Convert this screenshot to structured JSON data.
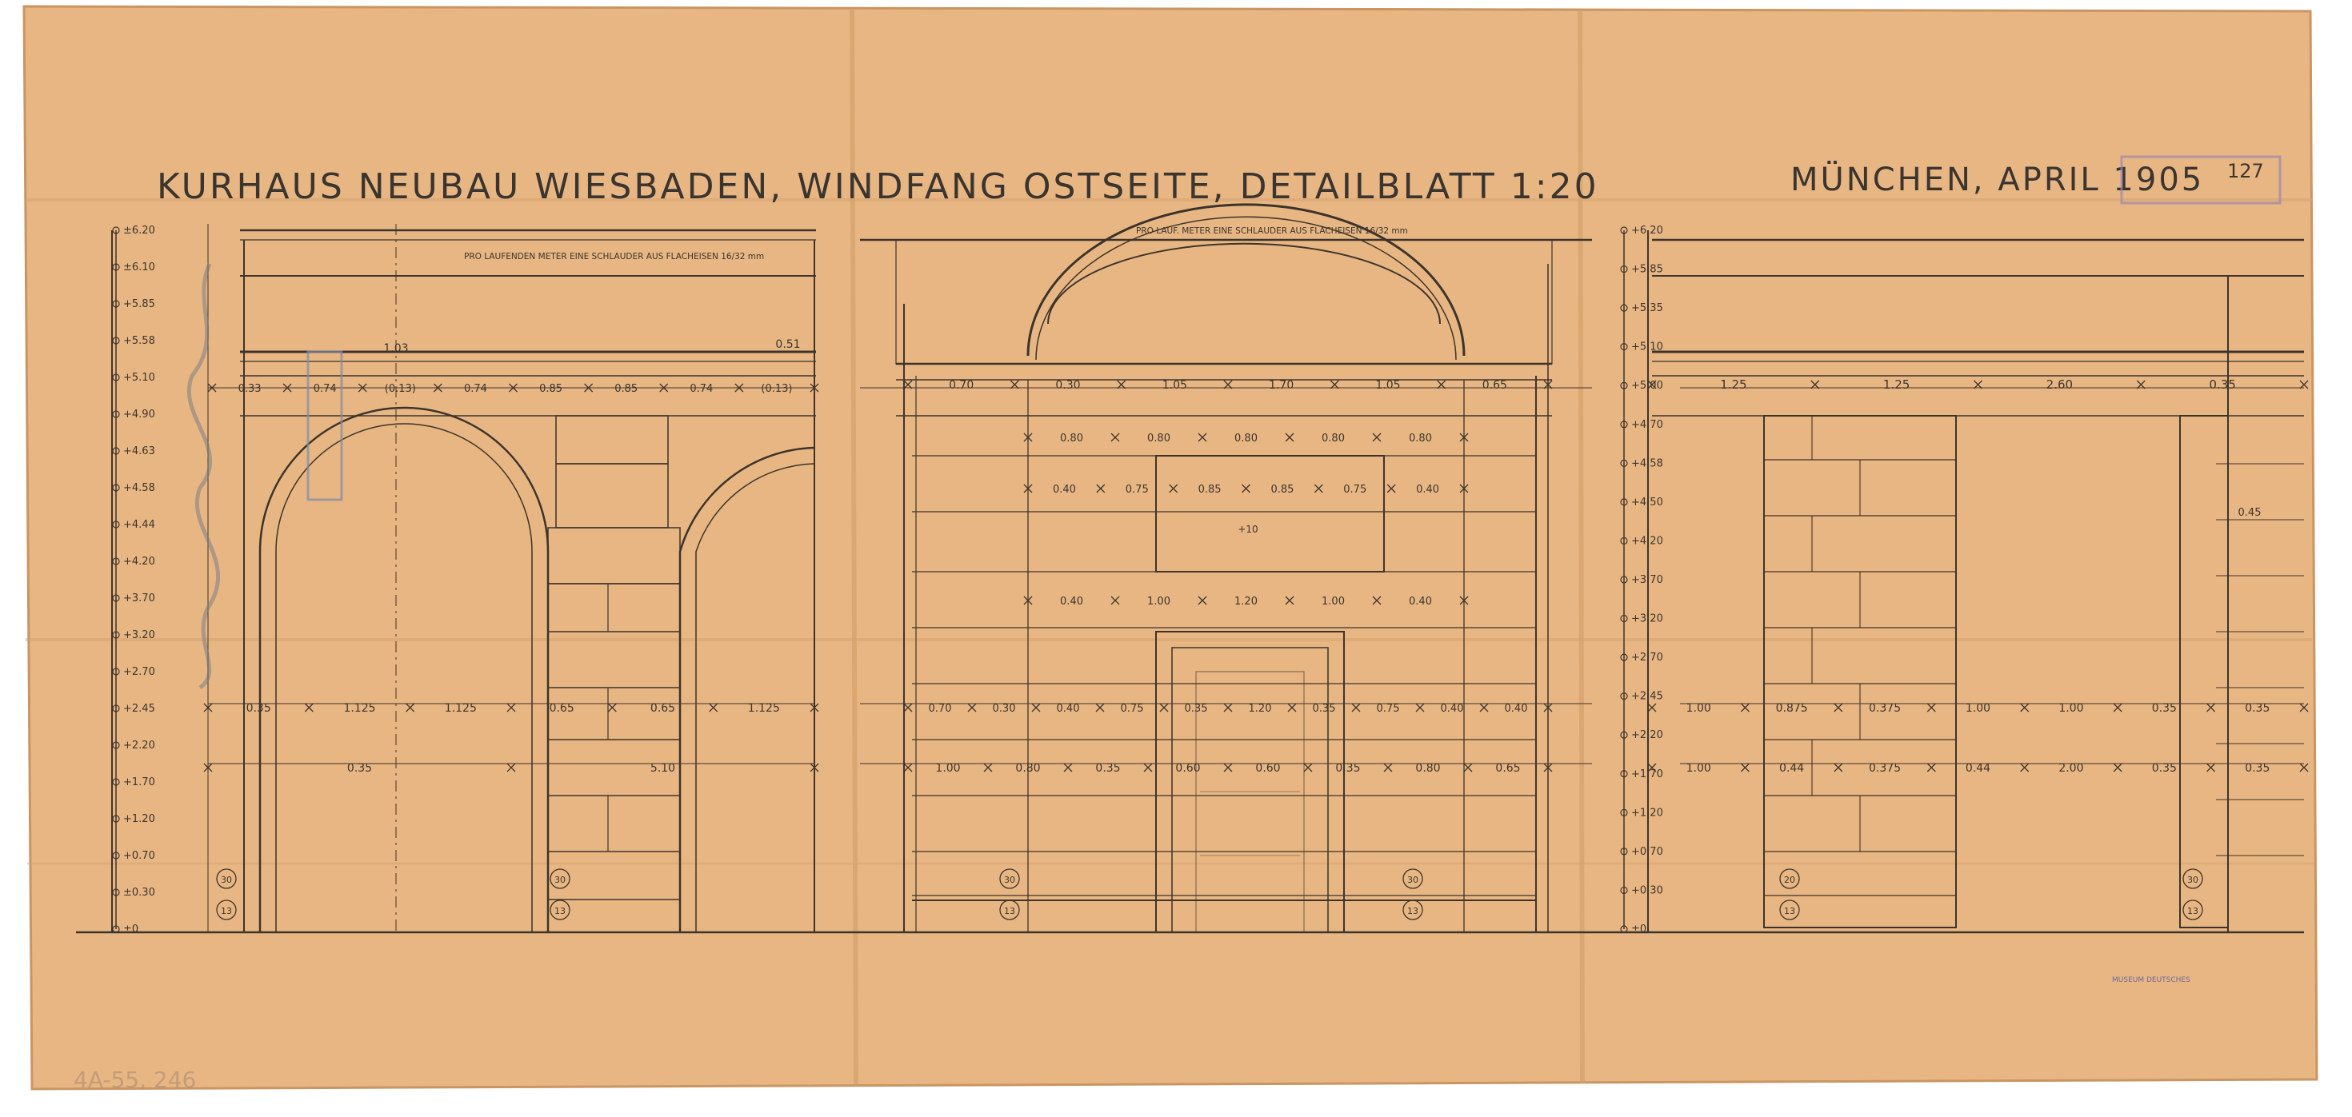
{
  "header": {
    "title": "KURHAUS NEUBAU WIESBADEN, WINDFANG OSTSEITE, DETAILBLATT 1:20",
    "place_date": "MÜNCHEN, APRIL 1905",
    "sheet_number": "127"
  },
  "notes": {
    "left_anchor": "PRO LAUFENDEN METER EINE SCHLAUDER AUS FLACHEISEN 16/32 mm",
    "middle_anchor": "PRO LAUF. METER EINE SCHLAUDER AUS FLACHEISEN 16/32 mm"
  },
  "levels_left": [
    "±6.20",
    "±6.10",
    "+5.85",
    "+5.58",
    "+5.10",
    "+4.90",
    "+4.63",
    "+4.58",
    "+4.44",
    "+4.20",
    "+3.70",
    "+3.20",
    "+2.70",
    "+2.45",
    "+2.20",
    "+1.70",
    "+1.20",
    "+0.70",
    "±0.30",
    "±0"
  ],
  "levels_right": [
    "+6.20",
    "+5.85",
    "+5.35",
    "+5.10",
    "+5.00",
    "+4.70",
    "+4.58",
    "+4.50",
    "+4.20",
    "+3.70",
    "+3.20",
    "+2.70",
    "+2.45",
    "+2.20",
    "+1.70",
    "+1.20",
    "+0.70",
    "+0.30",
    "±0"
  ],
  "dims_left": {
    "top_span": "1.03",
    "top_right": "0.51",
    "cornice_row": [
      "0.33",
      "0.74",
      "(0.13)",
      "0.74",
      "0.85",
      "0.85",
      "0.74",
      "(0.13)"
    ],
    "impost_row": [
      "0.35",
      "1.125",
      "1.125",
      "0.65",
      "0.65",
      "1.125"
    ],
    "span_row": [
      "0.35",
      "5.10"
    ],
    "markers": [
      "30",
      "13",
      "30",
      "13"
    ]
  },
  "dims_middle": {
    "row1": [
      "0.70",
      "0.30",
      "1.05",
      "1.70",
      "1.05",
      "0.65"
    ],
    "row2": [
      "0.80",
      "0.80",
      "0.80",
      "0.80",
      "0.80"
    ],
    "row3": [
      "0.40",
      "0.75",
      "0.85",
      "0.85",
      "0.75",
      "0.40"
    ],
    "panel_label": "+10",
    "row4": [
      "0.40",
      "1.00",
      "1.20",
      "1.00",
      "0.40"
    ],
    "row5": [
      "0.70",
      "0.30",
      "0.40",
      "0.75",
      "0.35",
      "1.20",
      "0.35",
      "0.75",
      "0.40",
      "0.40"
    ],
    "row6": [
      "1.00",
      "0.80",
      "0.35",
      "0.60",
      "0.60",
      "0.35",
      "0.80",
      "0.65"
    ],
    "markers": [
      "30",
      "13",
      "30",
      "13"
    ]
  },
  "dims_right": {
    "row1": [
      "1.25",
      "1.25",
      "2.60",
      "0.35"
    ],
    "side1": "0.45",
    "row2": [
      "1.00",
      "0.875",
      "0.375",
      "1.00",
      "1.00",
      "0.35",
      "0.35"
    ],
    "row3": [
      "1.00",
      "0.44",
      "0.375",
      "0.44",
      "2.00",
      "0.35",
      "0.35"
    ],
    "markers": [
      "20",
      "13",
      "30",
      "13"
    ]
  },
  "stamps": {
    "museum_stamp": "MUSEUM DEUTSCHES"
  },
  "annotations": {
    "bottom_left": "4A-55, 246"
  },
  "colors": {
    "paper": "#e9b783",
    "paper_dark": "#d9a46c",
    "ink": "#3c342c",
    "stamp": "#8d7fa8",
    "pencil_blue": "#7f8ba8"
  }
}
